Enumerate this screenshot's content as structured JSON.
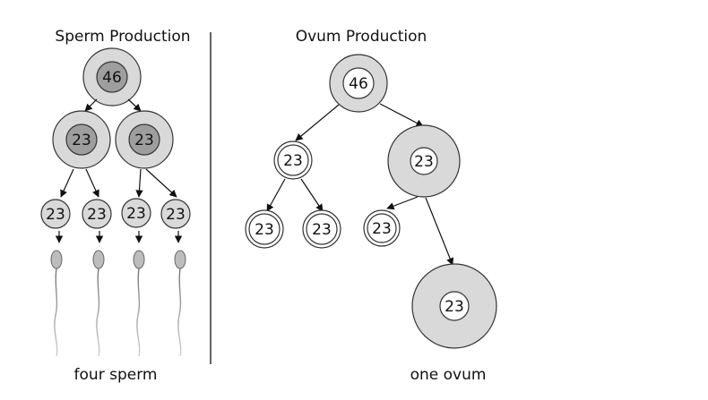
{
  "sperm": {
    "title": "Sperm Production",
    "parent_count": "46",
    "secondary_counts": [
      "23",
      "23"
    ],
    "spermatid_counts": [
      "23",
      "23",
      "23",
      "23"
    ],
    "caption": "four sperm"
  },
  "ovum": {
    "title": "Ovum Production",
    "parent_count": "46",
    "polar_body_count": "23",
    "secondary_oocyte_count": "23",
    "polar_body_children_counts": [
      "23",
      "23"
    ],
    "second_polar_body_count": "23",
    "ovum_count": "23",
    "caption": "one ovum"
  },
  "colors": {
    "outer_cell": "#d9d9d9",
    "inner_nucleus_dark": "#9e9e9e",
    "inner_nucleus_light": "#ffffff",
    "stroke": "#333333"
  }
}
